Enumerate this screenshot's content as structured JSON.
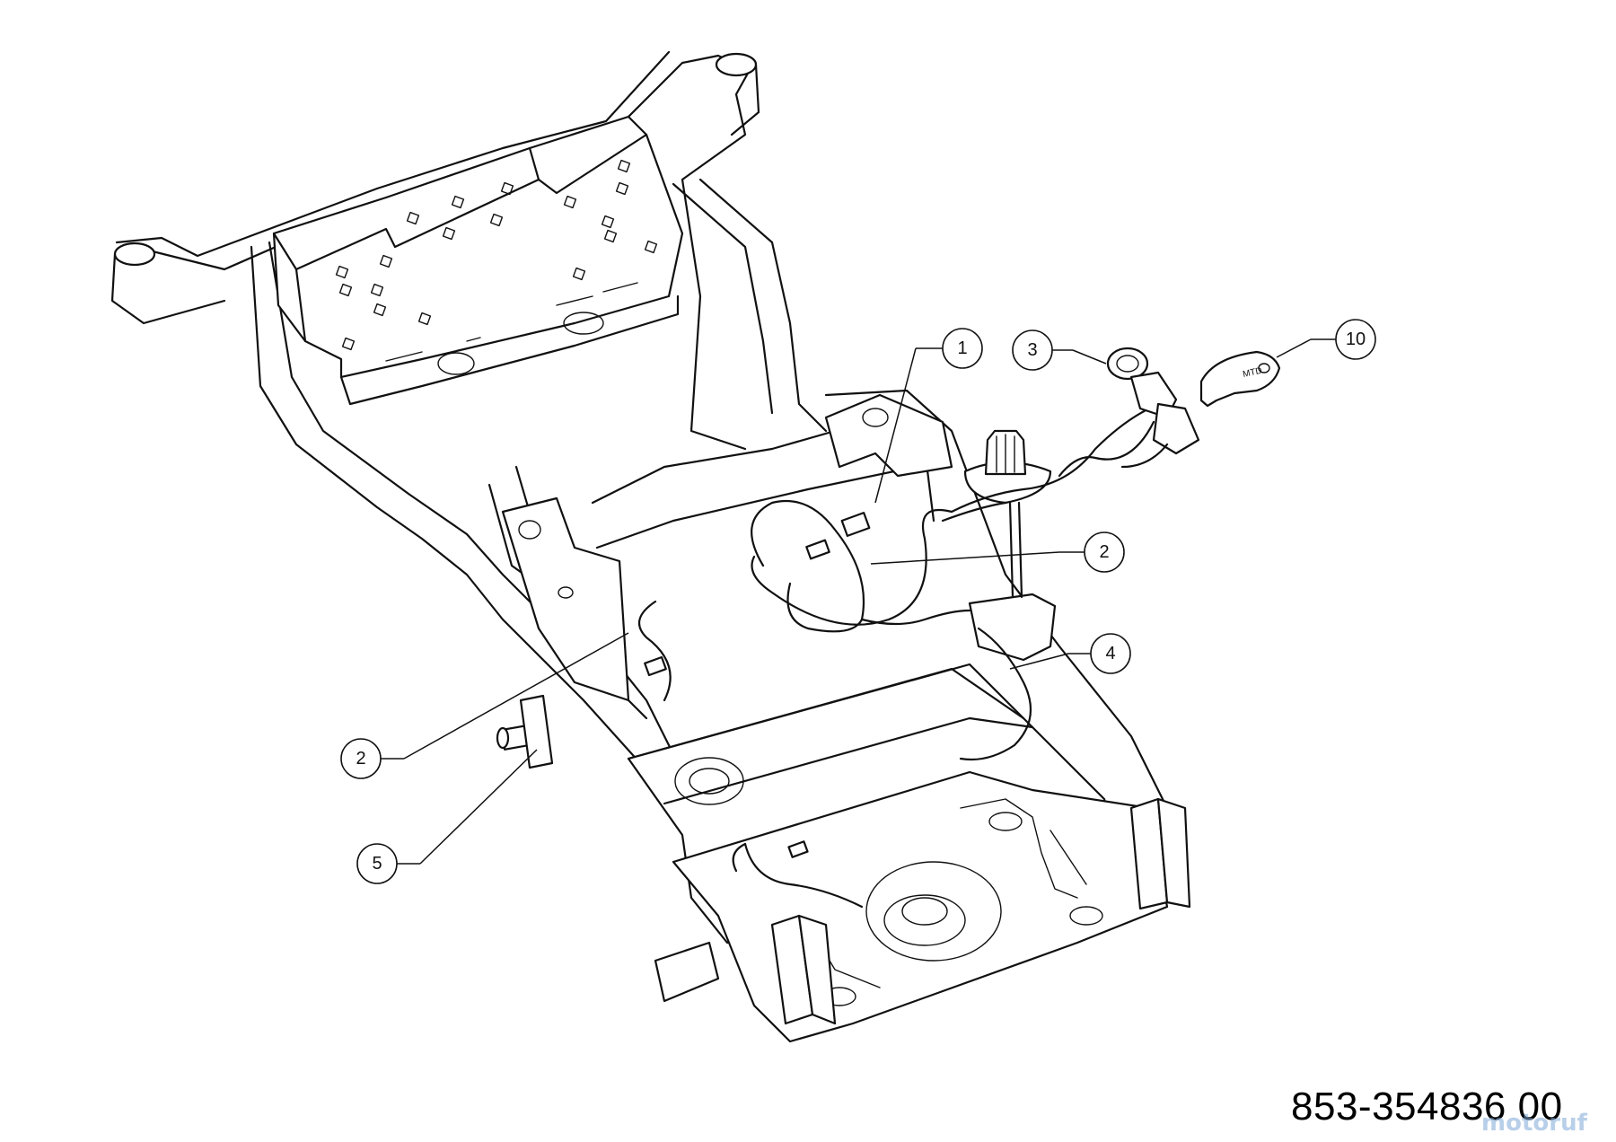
{
  "diagram": {
    "part_number": "853-354836 00",
    "watermark": "motoruf",
    "callouts": [
      {
        "id": "callout-1",
        "label": "1"
      },
      {
        "id": "callout-2a",
        "label": "2"
      },
      {
        "id": "callout-2b",
        "label": "2"
      },
      {
        "id": "callout-3",
        "label": "3"
      },
      {
        "id": "callout-4",
        "label": "4"
      },
      {
        "id": "callout-5",
        "label": "5"
      },
      {
        "id": "callout-10",
        "label": "10"
      }
    ],
    "key_engraving": "MTD"
  }
}
